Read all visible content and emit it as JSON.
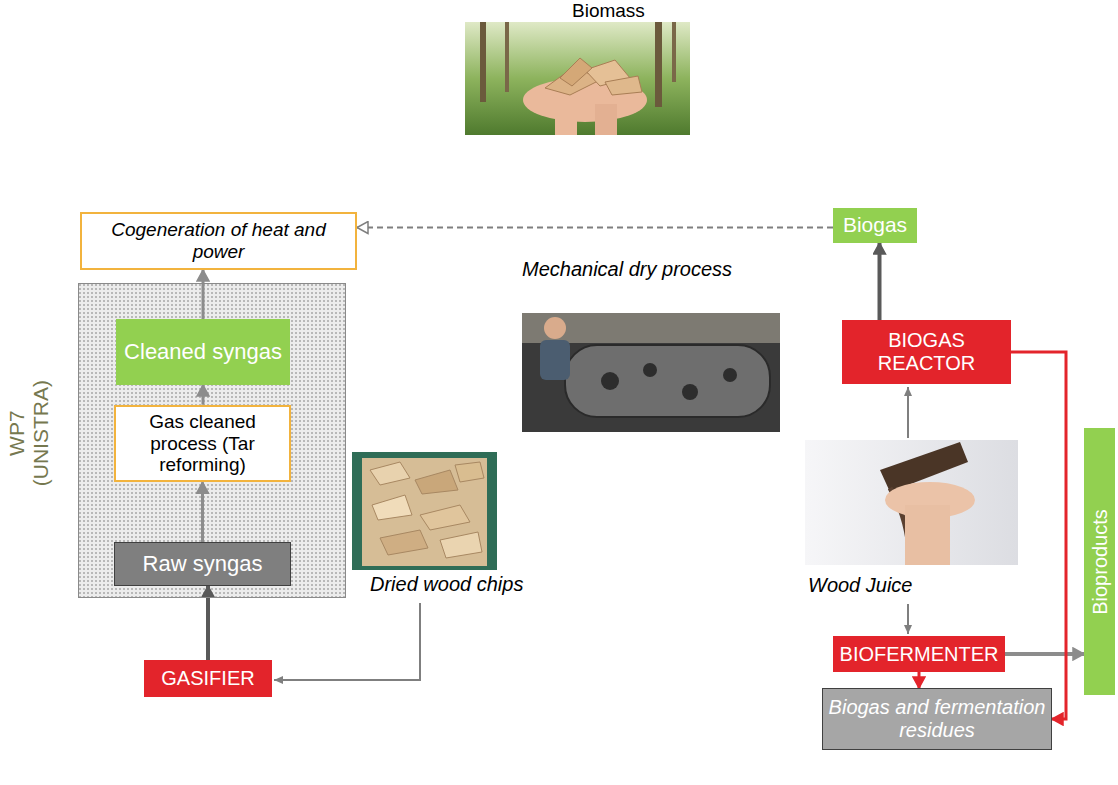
{
  "diagram": {
    "nodes": [
      {
        "text": [
          "Cogeneration of heat and power"
        ]
      },
      {
        "text": [
          "Biogas"
        ]
      },
      {
        "text": [
          "WP7 (UNISTRA)"
        ]
      },
      {
        "text": [
          "Cleaned syngas"
        ],
        "in": 2
      },
      {
        "text": [
          "Gas cleaned process (Tar reforming)"
        ],
        "in": 2
      },
      {
        "text": [
          "Raw syngas"
        ],
        "in": 2
      },
      {
        "text": [
          "BIOGAS REACTOR"
        ]
      },
      {
        "text": [
          "GASIFIER"
        ]
      },
      {
        "text": [
          "BIOFERMENTER"
        ]
      },
      {
        "text": [
          "Bioproducts"
        ]
      },
      {
        "text": [
          "Biogas and fermentation residues"
        ]
      }
    ],
    "edges": [
      {
        "from": 1,
        "to": 0,
        "arrow": "to"
      },
      {
        "from": 5,
        "to": 4,
        "arrow": "to"
      },
      {
        "from": 4,
        "to": 3,
        "arrow": "to"
      },
      {
        "from": 3,
        "to": 0,
        "arrow": "to"
      },
      {
        "from": 7,
        "to": 5,
        "arrow": "to"
      },
      {
        "from": 6,
        "to": 1,
        "arrow": "to"
      },
      {
        "from": 8,
        "to": 9,
        "arrow": "to"
      },
      {
        "from": 8,
        "to": 10,
        "arrow": "to"
      },
      {
        "from": 6,
        "to": 10,
        "arrow": "to"
      }
    ],
    "labels": [
      "Biomass",
      "Mechanical dry process",
      "Dried wood chips",
      "Wood Juice"
    ]
  }
}
